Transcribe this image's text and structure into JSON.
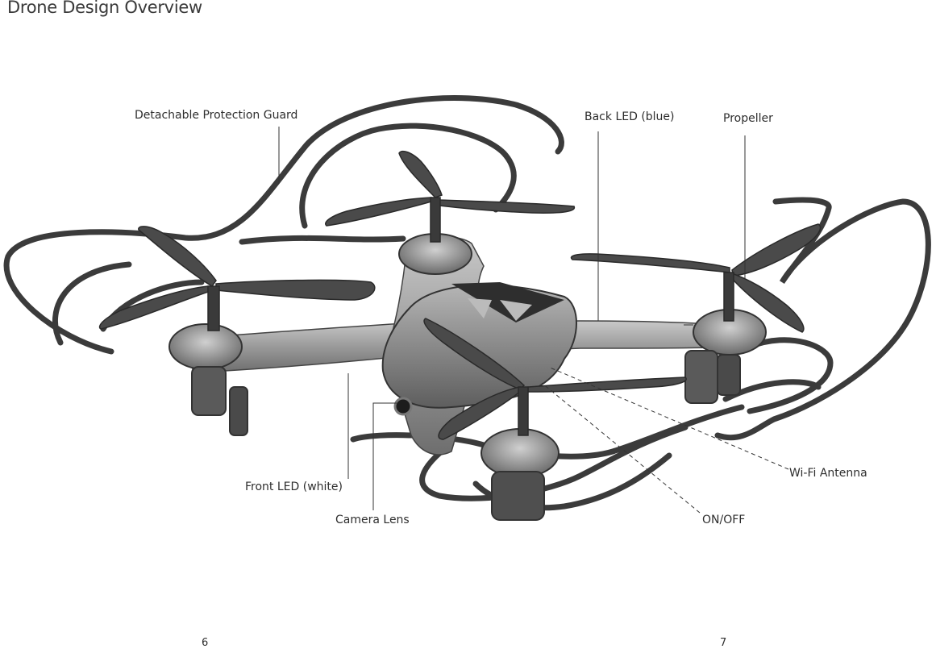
{
  "page": {
    "title": "Drone Design Overview",
    "page_left": "6",
    "page_right": "7"
  },
  "callouts": {
    "guard": "Detachable Protection Guard",
    "back_led": "Back LED (blue)",
    "propeller": "Propeller",
    "front_led": "Front LED (white)",
    "camera_lens": "Camera Lens",
    "wifi": "Wi-Fi Antenna",
    "onoff": "ON/OFF"
  },
  "colors": {
    "guard": "#3b3b3b",
    "propeller": "#4a4a4a",
    "body": "#9c9c9c",
    "leader": "#333333"
  }
}
